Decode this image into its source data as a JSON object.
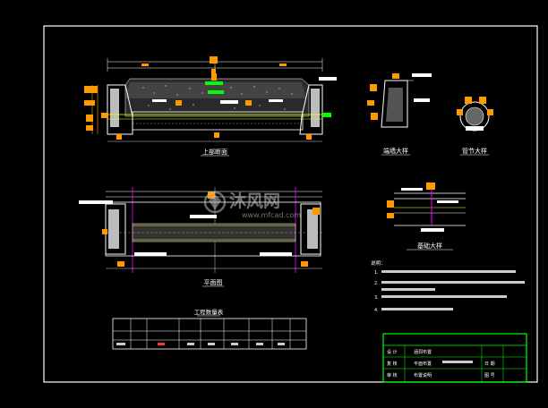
{
  "drawing": {
    "background": "#000000",
    "frame_color": "#ffffff",
    "colors": {
      "structure": "#ffffff",
      "dimension": "#ff3333",
      "annotation": "#ff9900",
      "rebar": "#ffff00",
      "highlight": "#00ff00",
      "accent": "#ff00ff",
      "cyan": "#00ffff"
    },
    "views": [
      {
        "name": "section-view",
        "title": "上部断面"
      },
      {
        "name": "wing-wall-view",
        "title": "端墙大样"
      },
      {
        "name": "pipe-joint-view",
        "title": "管节大样"
      },
      {
        "name": "plan-view",
        "title": "平面图"
      },
      {
        "name": "foundation-detail-view",
        "title": "基础大样"
      }
    ],
    "quantity_table": {
      "title": "工程数量表",
      "header_count": 10,
      "highlighted_cell_color": "#ff3333"
    },
    "notes": {
      "heading": "说明：",
      "items": [
        "1.",
        "2.",
        "3.",
        "4."
      ]
    },
    "title_block": {
      "border_color": "#00ff00",
      "rows": [
        {
          "label": "设 计",
          "value": "涵洞布置"
        },
        {
          "label": "复 核",
          "value": "平面布置"
        },
        {
          "label": "审 核",
          "value": "布置说明"
        }
      ],
      "sheet_labels": [
        "日 期",
        "图 号"
      ]
    }
  },
  "watermark": {
    "brand": "沐风网",
    "url": "www.mfcad.com"
  }
}
